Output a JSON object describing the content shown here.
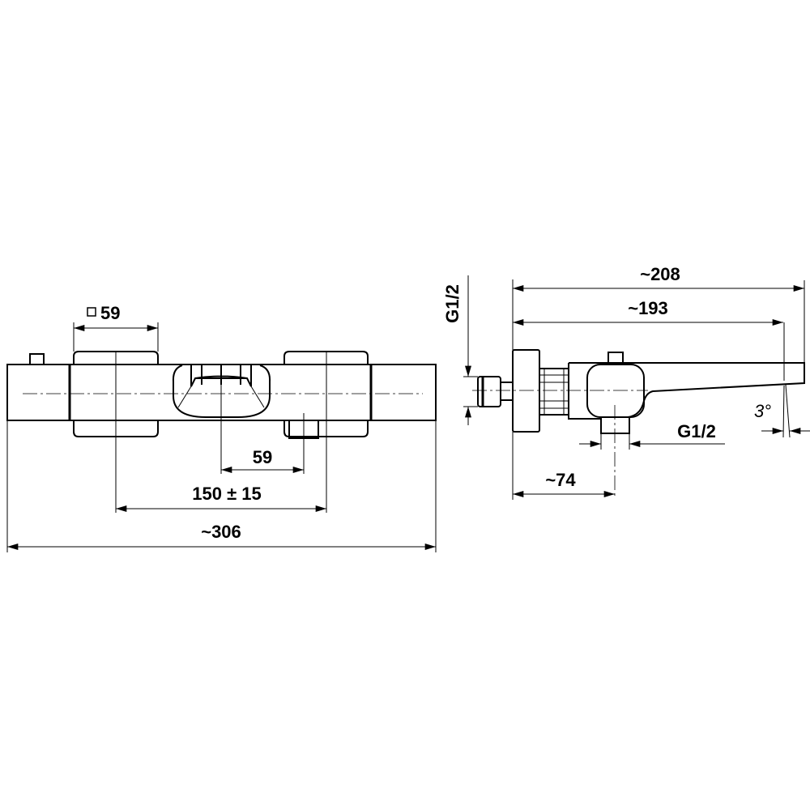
{
  "drawing": {
    "front_view": {
      "dimensions": {
        "knob_square": "59",
        "outlet_spacing": "59",
        "inlet_spacing": "150 ± 15",
        "overall_length": "~306"
      }
    },
    "side_view": {
      "dimensions": {
        "overall_projection": "~208",
        "spout_projection": "~193",
        "wall_to_outlet": "~74",
        "inlet_thread": "G1/2",
        "outlet_thread": "G1/2",
        "spout_angle": "3°"
      }
    }
  }
}
